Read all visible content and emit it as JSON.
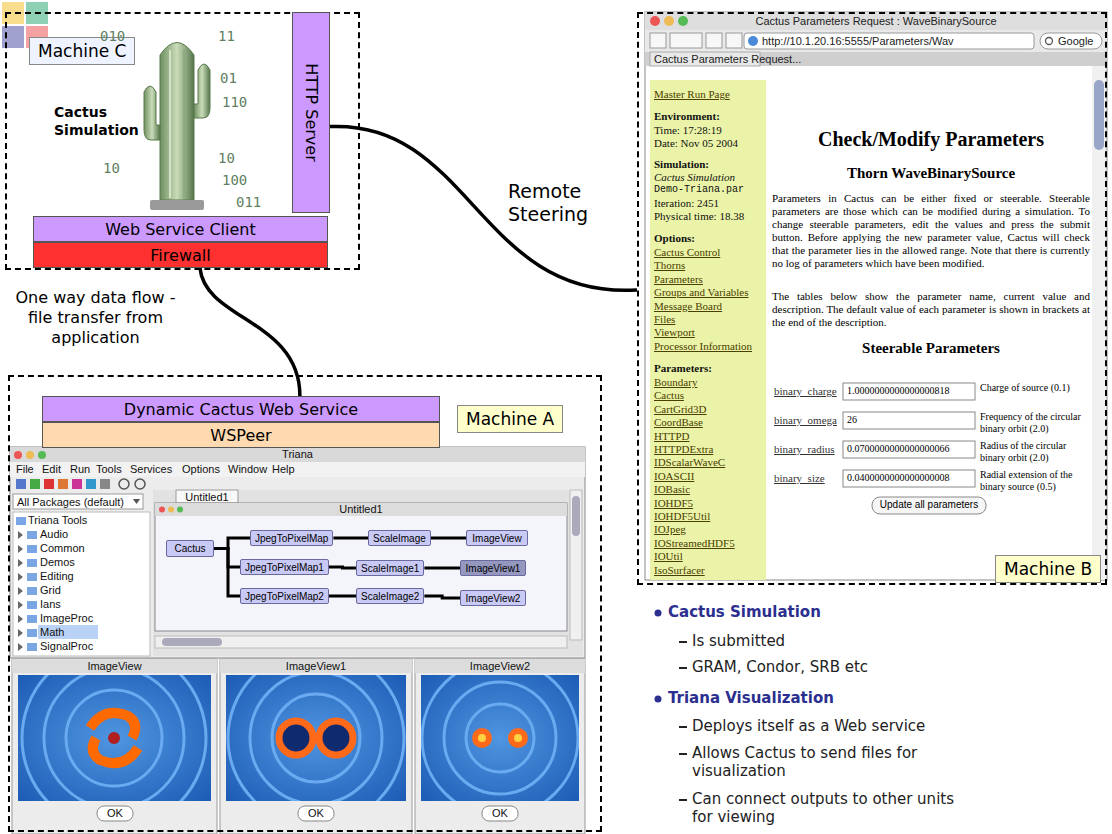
{
  "diagram": {
    "nodes": [
      {
        "text": [
          "Machine C",
          "Cactus Simulation"
        ]
      },
      {
        "text": [
          "HTTP Server"
        ],
        "in": 0
      },
      {
        "text": [
          "Web Service Client"
        ],
        "in": 0
      },
      {
        "text": [
          "Firewall"
        ],
        "in": 0
      },
      {
        "text": [
          "Machine B"
        ]
      },
      {
        "text": [
          "Machine A"
        ]
      },
      {
        "text": [
          "Dynamic Cactus Web Service"
        ],
        "in": 5
      },
      {
        "text": [
          "WSPeer"
        ],
        "in": 5
      },
      {
        "text": [
          "Cactus"
        ],
        "in": 5
      },
      {
        "text": [
          "JpegToPixelMap"
        ],
        "in": 5
      },
      {
        "text": [
          "ScaleImage"
        ],
        "in": 5
      },
      {
        "text": [
          "ImageView"
        ],
        "in": 5
      },
      {
        "text": [
          "JpegToPixelMap1"
        ],
        "in": 5
      },
      {
        "text": [
          "ScaleImage1"
        ],
        "in": 5
      },
      {
        "text": [
          "ImageView1"
        ],
        "in": 5
      },
      {
        "text": [
          "JpegToPixelMap2"
        ],
        "in": 5
      },
      {
        "text": [
          "ScaleImage2"
        ],
        "in": 5
      },
      {
        "text": [
          "ImageView2"
        ],
        "in": 5
      }
    ],
    "edges": [
      {
        "from": 1,
        "to": 4,
        "label": "Remote Steering",
        "arrow": "none"
      },
      {
        "from": 3,
        "to": 6,
        "label": "One way data flow - file transfer from application",
        "arrow": "none"
      },
      {
        "from": 8,
        "to": 9,
        "arrow": "none"
      },
      {
        "from": 9,
        "to": 10,
        "arrow": "none"
      },
      {
        "from": 10,
        "to": 11,
        "arrow": "none"
      },
      {
        "from": 8,
        "to": 12,
        "arrow": "none"
      },
      {
        "from": 12,
        "to": 13,
        "arrow": "none"
      },
      {
        "from": 13,
        "to": 14,
        "arrow": "none"
      },
      {
        "from": 8,
        "to": 15,
        "arrow": "none"
      },
      {
        "from": 15,
        "to": 16,
        "arrow": "none"
      },
      {
        "from": 16,
        "to": 17,
        "arrow": "none"
      }
    ],
    "labels": [
      "010",
      "11",
      "01",
      "110",
      "10",
      "10",
      "100",
      "011",
      "Triana",
      "File",
      "Edit",
      "Run",
      "Tools",
      "Services",
      "Options",
      "Window",
      "Help",
      "All Packages (default)",
      "Triana Tools",
      "Audio",
      "Common",
      "Demos",
      "Editing",
      "Grid",
      "Ians",
      "ImageProc",
      "Math",
      "SignalProc",
      "Untitled1",
      "Untitled1",
      "ImageView",
      "ImageView1",
      "ImageView2",
      "OK",
      "OK",
      "OK",
      "Cactus Parameters Request : WaveBinarySource",
      "http://10.1.20.16:5555/Parameters/Wav",
      "Google",
      "Cactus Parameters Request...",
      "Master Run Page",
      "Environment:",
      "Time: 17:28:19",
      "Date: Nov 05 2004",
      "Simulation:",
      "Cactus Simulation",
      "Demo-Triana.par",
      "Iteration: 2451",
      "Physical time: 18.38",
      "Options:",
      "Cactus Control",
      "Thorns",
      "Parameters",
      "Groups and Variables",
      "Message Board",
      "Files",
      "Viewport",
      "Processor Information",
      "Parameters:",
      "Boundary",
      "Cactus",
      "CartGrid3D",
      "CoordBase",
      "HTTPD",
      "HTTPDExtra",
      "IDScalarWaveC",
      "IOASCII",
      "IOBasic",
      "IOHDF5",
      "IOHDF5Util",
      "IOJpeg",
      "IOStreamedHDF5",
      "IOUtil",
      "IsoSurfacer",
      "Check/Modify Parameters",
      "Thorn WaveBinarySource",
      "Parameters in Cactus can be either fixed or steerable. Steerable parameters are those which can be modified during a simulation. To change steerable parameters, edit the values and press the submit button. Before applying the new parameter value, Cactus will check that the parameter lies in the allowed range. Note that there is currently no log of parameters which have been modified.",
      "The tables below show the parameter name, current value and description. The default value of each parameter is shown in brackets at the end of the description.",
      "Steerable Parameters",
      "binary_charge",
      "1.0000000000000000818",
      "Charge of source (0.1)",
      "binary_omega",
      "26",
      "Frequency of the circular binary orbit (2.0)",
      "binary_radius",
      "0.0700000000000000066",
      "Radius of the circular binary orbit (2.0)",
      "binary_size",
      "0.0400000000000000008",
      "Radial extension of the binary source (0.5)",
      "Update all parameters",
      "Cactus Simulation",
      "Is submitted",
      "GRAM, Condor, SRB etc",
      "Triana Visualization",
      "Deploys itself as a Web service",
      "Allows Cactus to send files for visualization",
      "Can connect outputs to other units for viewing"
    ]
  }
}
